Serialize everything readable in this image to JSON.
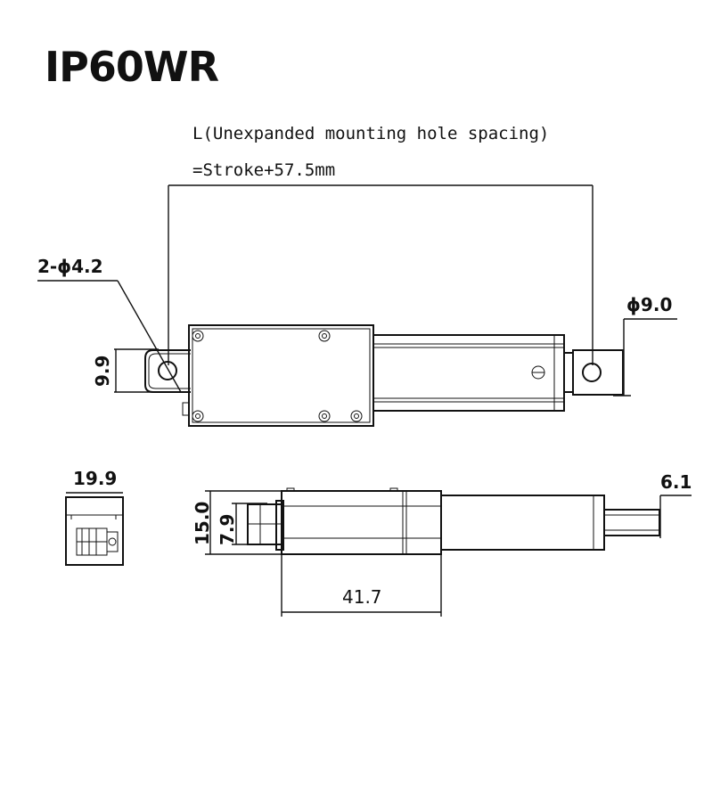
{
  "title": "IP60WR",
  "dimensions": {
    "length_label": "L(Unexpanded mounting hole spacing)",
    "length_formula": "=Stroke+57.5mm",
    "hole_label": "2-ϕ4.2",
    "rod_end_label": "ϕ9.0",
    "height_top": "9.9",
    "width_end": "19.9",
    "height_side": "15.0",
    "inner_height": "7.9",
    "body_length": "41.7",
    "rod_diameter": "6.1"
  }
}
